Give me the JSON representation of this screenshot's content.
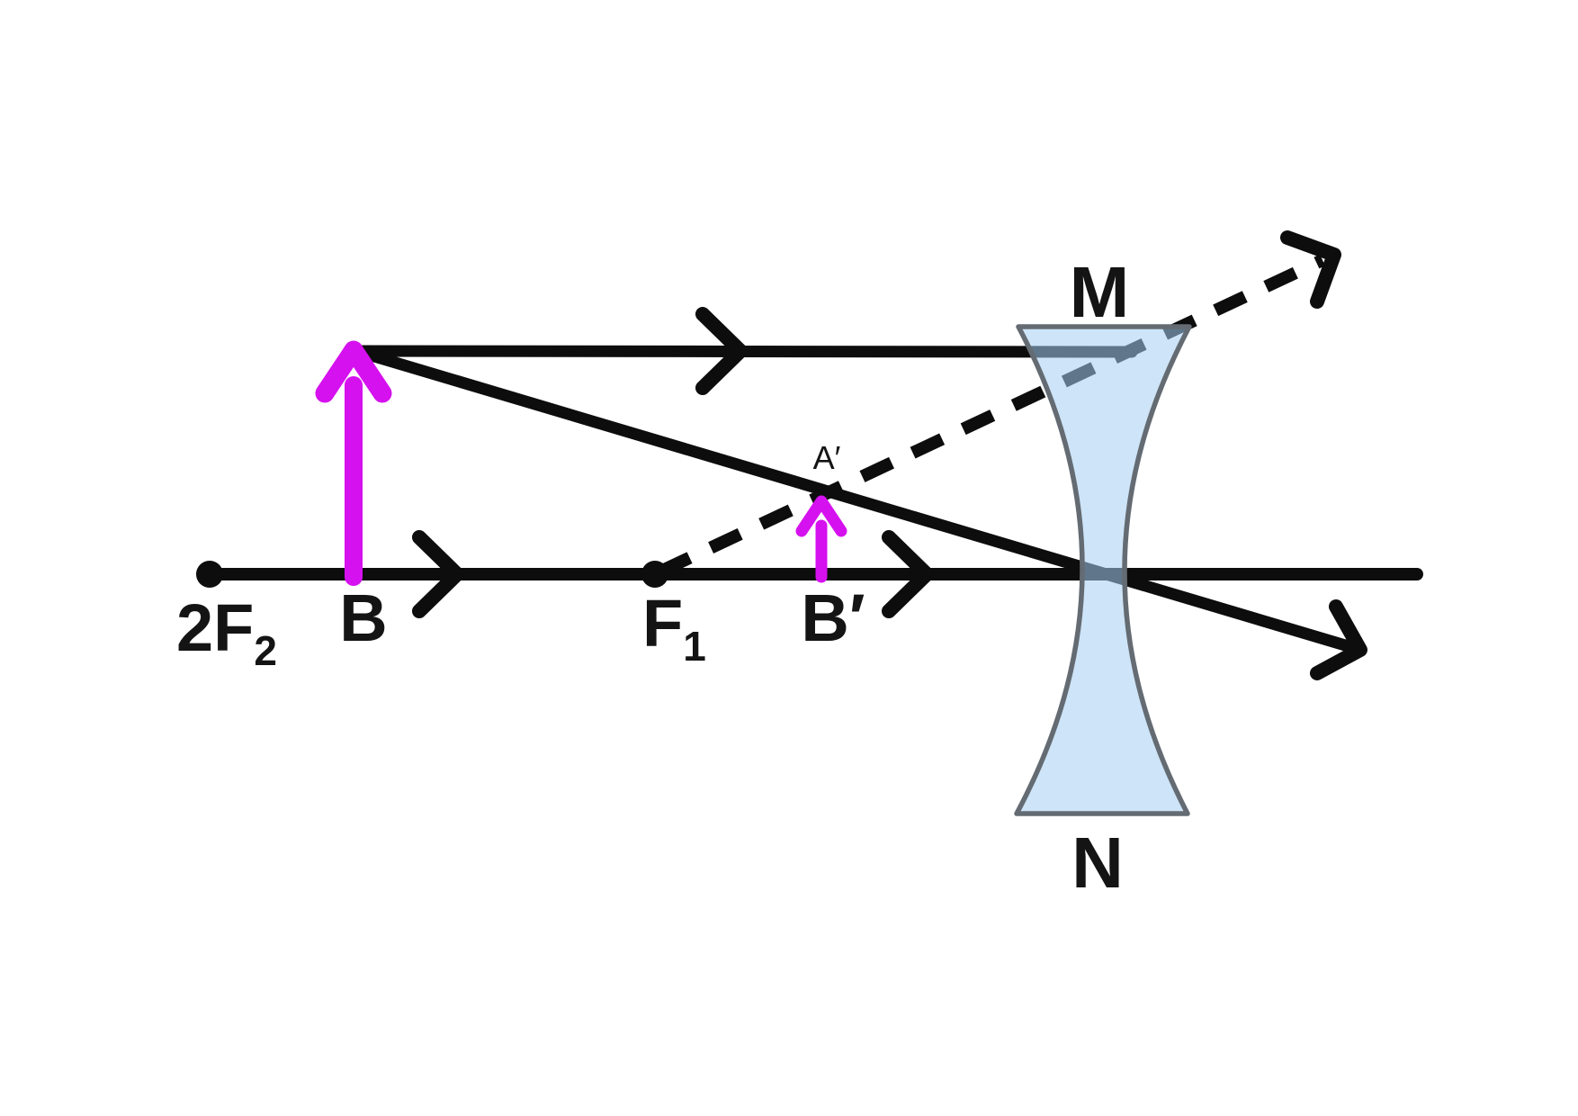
{
  "diagram": {
    "labels": {
      "double_focal_point": {
        "main": "2F",
        "sub": "2"
      },
      "object_base": "B",
      "focal_point": {
        "main": "F",
        "sub": "1"
      },
      "image_base": "B′",
      "image_tip": "A′",
      "lens_top": "M",
      "lens_bottom": "N"
    },
    "colors": {
      "ray_black": "#0d0d0d",
      "object_magenta": "#d611ef",
      "lens_fill": "#a6cdf3",
      "lens_stroke": "#646b72",
      "background": "#ffffff"
    }
  }
}
